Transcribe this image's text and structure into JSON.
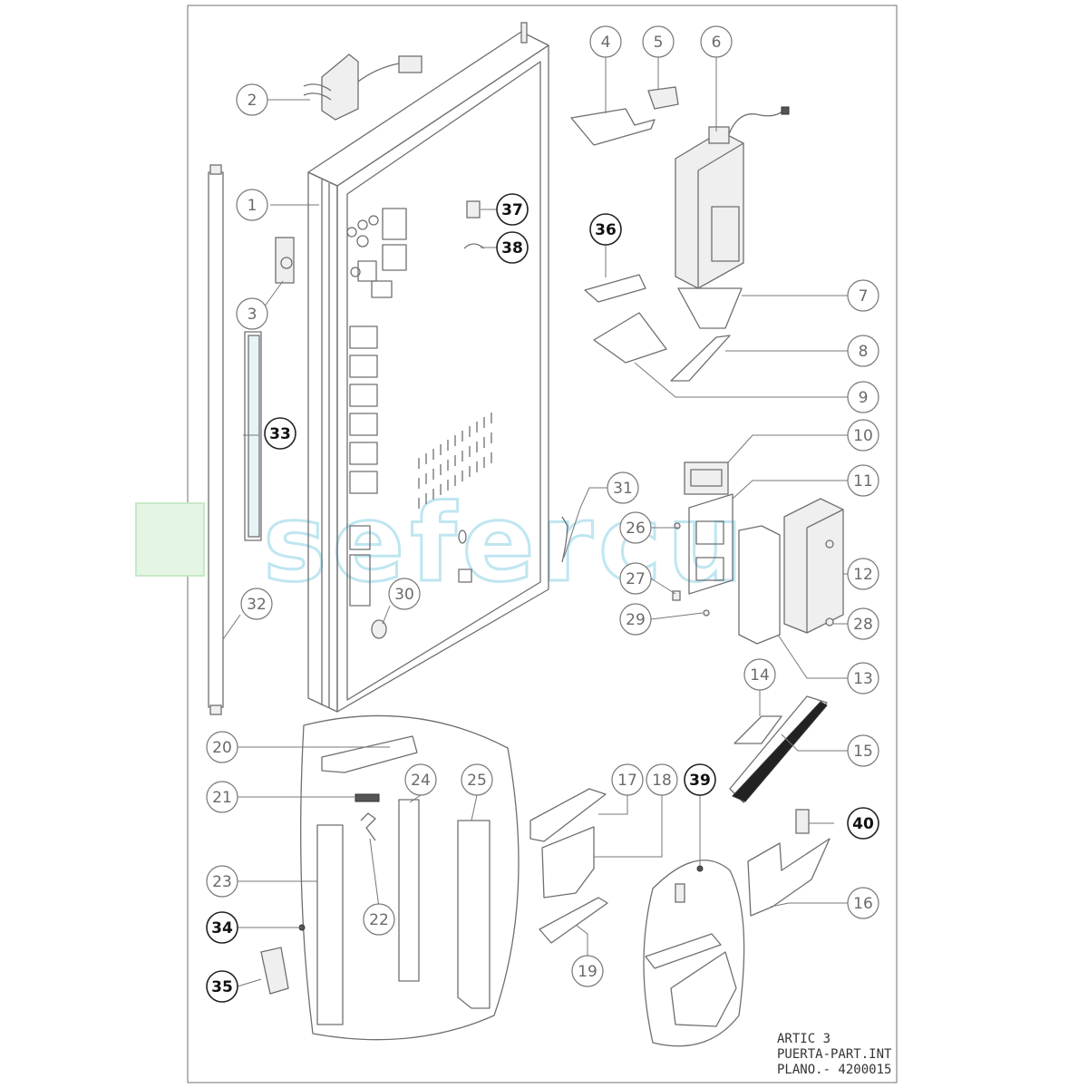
{
  "drawing": {
    "title_lines": [
      "ARTIC 3",
      "PUERTA-PART.INT",
      "PLANO.- 4200015"
    ]
  },
  "watermark": {
    "text": "sefercu"
  },
  "callouts": [
    {
      "n": "1"
    },
    {
      "n": "2"
    },
    {
      "n": "3"
    },
    {
      "n": "4"
    },
    {
      "n": "5"
    },
    {
      "n": "6"
    },
    {
      "n": "7"
    },
    {
      "n": "8"
    },
    {
      "n": "9"
    },
    {
      "n": "10"
    },
    {
      "n": "11"
    },
    {
      "n": "12"
    },
    {
      "n": "13"
    },
    {
      "n": "14"
    },
    {
      "n": "15"
    },
    {
      "n": "16"
    },
    {
      "n": "17"
    },
    {
      "n": "18"
    },
    {
      "n": "19"
    },
    {
      "n": "20"
    },
    {
      "n": "21"
    },
    {
      "n": "22"
    },
    {
      "n": "23"
    },
    {
      "n": "24"
    },
    {
      "n": "25"
    },
    {
      "n": "26"
    },
    {
      "n": "27"
    },
    {
      "n": "28"
    },
    {
      "n": "29"
    },
    {
      "n": "30"
    },
    {
      "n": "31"
    },
    {
      "n": "32"
    },
    {
      "n": "33"
    },
    {
      "n": "34"
    },
    {
      "n": "35"
    },
    {
      "n": "36"
    },
    {
      "n": "37"
    },
    {
      "n": "38"
    },
    {
      "n": "39"
    },
    {
      "n": "40"
    }
  ]
}
